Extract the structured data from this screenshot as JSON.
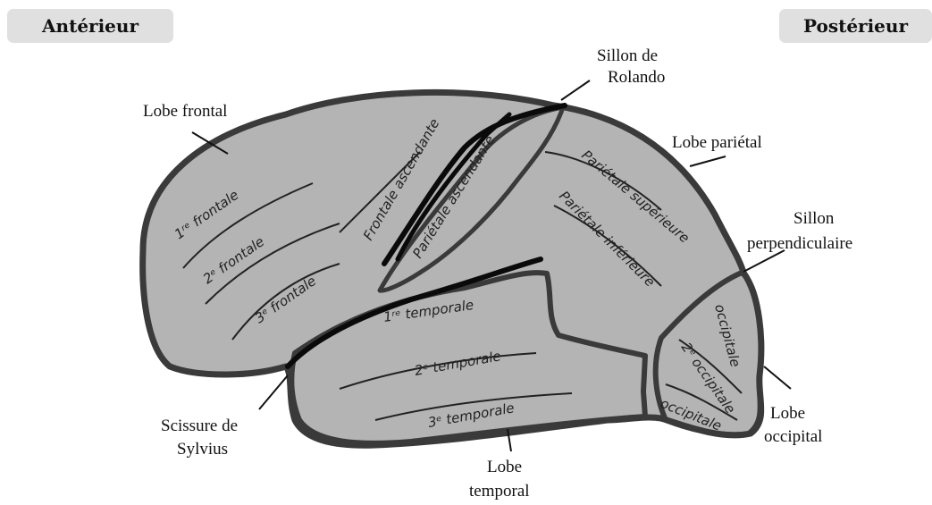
{
  "orientation": {
    "anterior": "Antérieur",
    "posterior": "Postérieur"
  },
  "lobes": {
    "frontal": "Lobe frontal",
    "parietal": "Lobe pariétal",
    "occipital": [
      "Lobe",
      "occipital"
    ],
    "temporal": [
      "Lobe",
      "temporal"
    ]
  },
  "sulci": {
    "rolando": [
      "Sillon de",
      "Rolando"
    ],
    "perpendicular": [
      "Sillon",
      "perpendiculaire"
    ],
    "sylvius": [
      "Scissure de",
      "Sylvius"
    ]
  },
  "gyri": {
    "frontal_1": "1ʳᵉ frontale",
    "frontal_2": "2ᵉ frontale",
    "frontal_3": "3ᵉ frontale",
    "frontal_ascending": "Frontale ascendante",
    "parietal_ascending": "Pariétale ascendante",
    "parietal_superior": "Pariétale supérieure",
    "parietal_inferior": "Pariétale inférieure",
    "temporal_1": "1ʳᵉ temporale",
    "temporal_2": "2ᵉ temporale",
    "temporal_3": "3ᵉ temporale",
    "occipital_1": "occipitale",
    "occipital_2": "2ᵉ occipitale",
    "occipital_3": "occipitale"
  },
  "colors": {
    "brain_fill": "#b4b4b4",
    "outline": "#3a3a3a",
    "sulcus_line": "#0a0a0a"
  }
}
